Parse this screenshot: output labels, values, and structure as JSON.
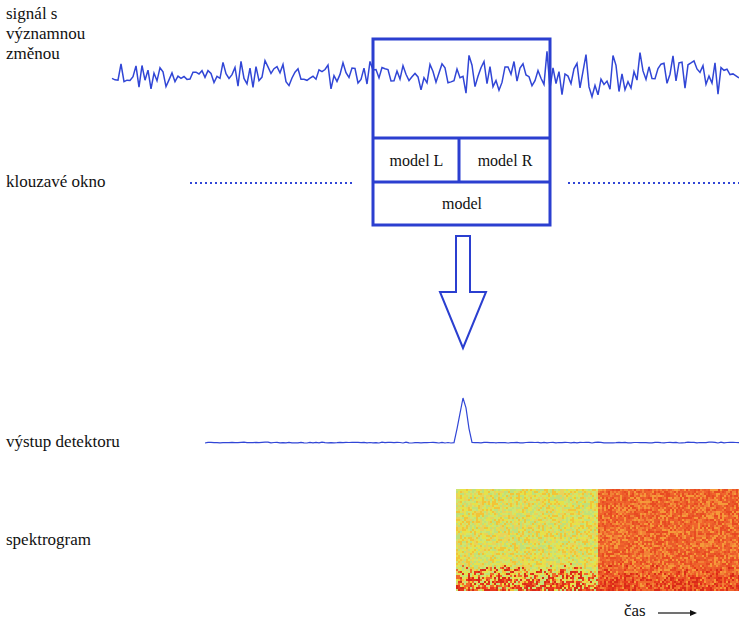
{
  "diagram": {
    "nodes": [
      {
        "text": [
          "model L"
        ]
      },
      {
        "text": [
          "model R"
        ]
      },
      {
        "text": [
          "model"
        ]
      }
    ],
    "labels": [
      "signál s významnou změnou",
      "klouzavé okno",
      "výstup detektoru",
      "spektrogram",
      "čas"
    ]
  }
}
